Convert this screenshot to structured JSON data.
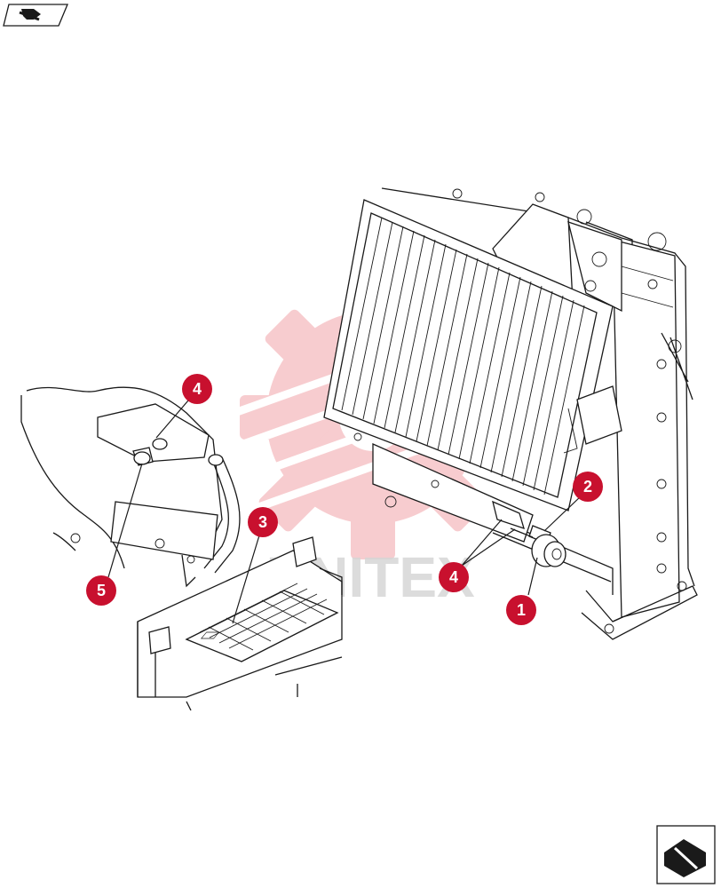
{
  "watermark": {
    "text": "UNITEX",
    "color": "#e8505b"
  },
  "callouts": [
    {
      "label": "1"
    },
    {
      "label": "2"
    },
    {
      "label": "3"
    },
    {
      "label": "4"
    },
    {
      "label": "4"
    },
    {
      "label": "5"
    }
  ],
  "icons": {
    "top_left": "next-page-arrow-icon",
    "bottom_right": "previous-page-arrow-icon"
  },
  "colors": {
    "callout": "#c8102e",
    "lines": "#1a1a1a"
  }
}
